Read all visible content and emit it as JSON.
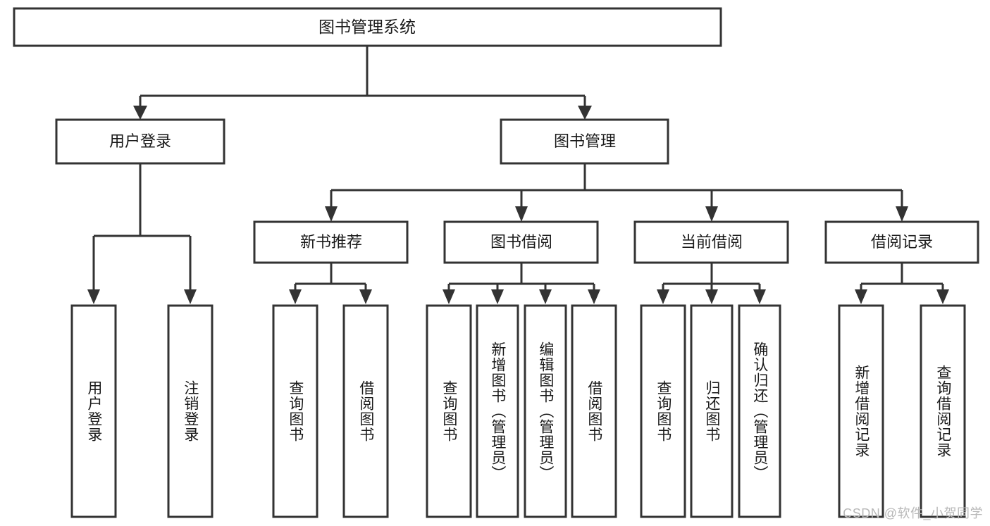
{
  "diagram": {
    "type": "tree-hierarchy-flowchart",
    "title": "图书管理系统",
    "root": {
      "id": "root",
      "label": "图书管理系统",
      "orientation": "horizontal"
    },
    "level2": [
      {
        "id": "user-login",
        "label": "用户登录",
        "orientation": "horizontal"
      },
      {
        "id": "book-management",
        "label": "图书管理",
        "orientation": "horizontal"
      }
    ],
    "level3": [
      {
        "id": "new-book-recommend",
        "label": "新书推荐",
        "orientation": "horizontal",
        "parent": "book-management"
      },
      {
        "id": "book-borrow",
        "label": "图书借阅",
        "orientation": "horizontal",
        "parent": "book-management"
      },
      {
        "id": "current-borrow",
        "label": "当前借阅",
        "orientation": "horizontal",
        "parent": "book-management"
      },
      {
        "id": "borrow-record",
        "label": "借阅记录",
        "orientation": "horizontal",
        "parent": "book-management"
      }
    ],
    "leaves": [
      {
        "id": "leaf-user-login",
        "label": "用户登录",
        "orientation": "vertical",
        "parent": "user-login"
      },
      {
        "id": "leaf-user-logout",
        "label": "注销登录",
        "orientation": "vertical",
        "parent": "user-login"
      },
      {
        "id": "leaf-query-book-1",
        "label": "查询图书",
        "orientation": "vertical",
        "parent": "new-book-recommend"
      },
      {
        "id": "leaf-borrow-book-1",
        "label": "借阅图书",
        "orientation": "vertical",
        "parent": "new-book-recommend"
      },
      {
        "id": "leaf-query-book-2",
        "label": "查询图书",
        "orientation": "vertical",
        "parent": "book-borrow"
      },
      {
        "id": "leaf-add-book",
        "label": "新增图书（管理员）",
        "orientation": "vertical",
        "parent": "book-borrow"
      },
      {
        "id": "leaf-edit-book",
        "label": "编辑图书（管理员）",
        "orientation": "vertical",
        "parent": "book-borrow"
      },
      {
        "id": "leaf-borrow-book-2",
        "label": "借阅图书",
        "orientation": "vertical",
        "parent": "book-borrow"
      },
      {
        "id": "leaf-query-book-3",
        "label": "查询图书",
        "orientation": "vertical",
        "parent": "current-borrow"
      },
      {
        "id": "leaf-return-book",
        "label": "归还图书",
        "orientation": "vertical",
        "parent": "current-borrow"
      },
      {
        "id": "leaf-confirm-return",
        "label": "确认归还（管理员）",
        "orientation": "vertical",
        "parent": "current-borrow"
      },
      {
        "id": "leaf-add-record",
        "label": "新增借阅记录",
        "orientation": "vertical",
        "parent": "borrow-record"
      },
      {
        "id": "leaf-query-record",
        "label": "查询借阅记录",
        "orientation": "vertical",
        "parent": "borrow-record"
      }
    ]
  },
  "watermark": {
    "text": "CSDN @软件_小贺同学"
  },
  "colors": {
    "stroke": "#333333",
    "node_fill": "#ffffff",
    "text": "#1a1a1a",
    "background": "#ffffff",
    "watermark": "#b8b8b8"
  }
}
